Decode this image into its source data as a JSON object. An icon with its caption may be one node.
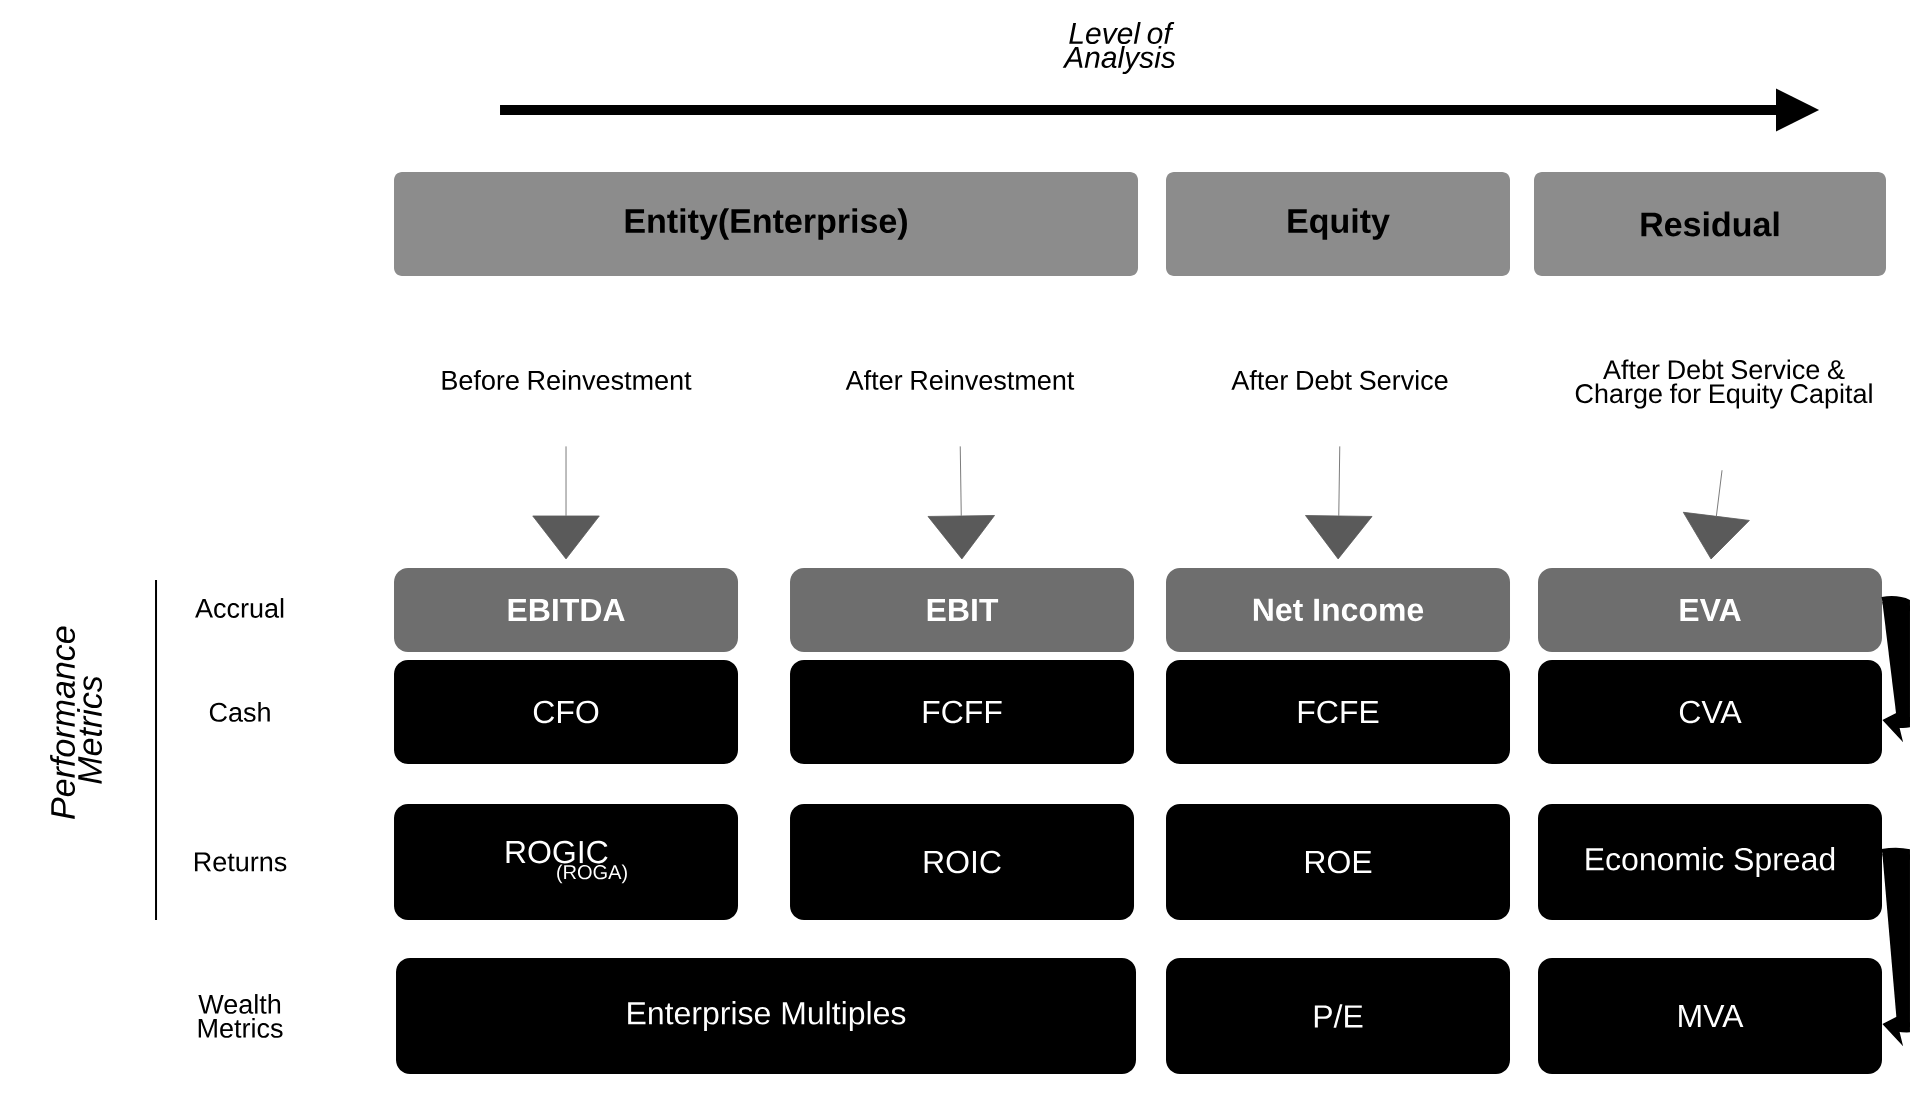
{
  "diagram": {
    "nodes": [
      {
        "text": [
          "Entity(Enterprise)"
        ]
      },
      {
        "text": [
          "Equity"
        ]
      },
      {
        "text": [
          "Residual"
        ]
      },
      {
        "text": [
          "Before Reinvestment"
        ]
      },
      {
        "text": [
          "After Reinvestment"
        ]
      },
      {
        "text": [
          "After Debt Service"
        ]
      },
      {
        "text": [
          "After Debt Service & Charge for Equity Capital"
        ]
      },
      {
        "text": [
          "EBITDA"
        ]
      },
      {
        "text": [
          "EBIT"
        ]
      },
      {
        "text": [
          "Net Income"
        ]
      },
      {
        "text": [
          "EVA"
        ]
      },
      {
        "text": [
          "CFO"
        ]
      },
      {
        "text": [
          "FCFF"
        ]
      },
      {
        "text": [
          "FCFE"
        ]
      },
      {
        "text": [
          "CVA"
        ]
      },
      {
        "text": [
          "ROGIC",
          "(ROGA)"
        ]
      },
      {
        "text": [
          "ROIC"
        ]
      },
      {
        "text": [
          "ROE"
        ]
      },
      {
        "text": [
          "Economic Spread"
        ]
      },
      {
        "text": [
          "Enterprise Multiples"
        ]
      },
      {
        "text": [
          "P/E"
        ]
      },
      {
        "text": [
          "MVA"
        ]
      }
    ],
    "edges": [
      {
        "from": 3,
        "to": 7,
        "arrow": "to"
      },
      {
        "from": 4,
        "to": 8,
        "arrow": "to"
      },
      {
        "from": 5,
        "to": 9,
        "arrow": "to"
      },
      {
        "from": 6,
        "to": 10,
        "arrow": "to"
      },
      {
        "from": 10,
        "to": 14,
        "arrow": "to",
        "style": "thick"
      },
      {
        "from": 18,
        "to": 21,
        "arrow": "to",
        "style": "thick"
      }
    ],
    "labels": [
      "Level of Analysis",
      "Performance Metrics",
      "Accrual",
      "Cash",
      "Returns",
      "Wealth Metrics"
    ]
  }
}
